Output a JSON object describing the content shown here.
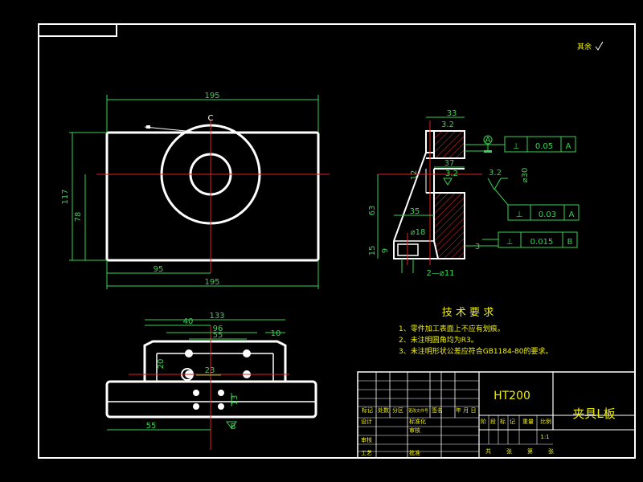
{
  "drawing": {
    "roughness_note": "其余",
    "roughness_symbol_value": "",
    "section_label": "C",
    "front_view": {
      "width_top": "195",
      "width_bottom": "195",
      "offset_95": "95",
      "height_117": "117",
      "height_78": "78"
    },
    "side_view": {
      "d33": "33",
      "d37": "37",
      "d12": "12",
      "d63": "63",
      "d35": "35",
      "phi18": "⌀18",
      "d15": "15",
      "d9": "9",
      "phi11": "2—⌀11",
      "d3": "3",
      "phi30": "⌀30",
      "rough_32_a": "3.2",
      "rough_32_b": "3.2",
      "rough_32_c": "3.2",
      "datum_a_symbol": "A"
    },
    "tolerances": [
      {
        "symbol": "⊥",
        "value": "0.05",
        "datum": "A"
      },
      {
        "symbol": "⊥",
        "value": "0.03",
        "datum": "A"
      },
      {
        "symbol": "⊥",
        "value": "0.015",
        "datum": "B"
      }
    ],
    "top_view": {
      "d133": "133",
      "d40": "40",
      "d96": "96",
      "d55a": "55",
      "d10": "10",
      "d20": "20",
      "d23": "23",
      "d13": "13",
      "d55b": "55",
      "datum_b": "B"
    },
    "tech_req": {
      "title": "技 术 要 求",
      "items": [
        "1、零件加工表面上不应有划痕。",
        "2、未注明圆角均为R3。",
        "3、未注明形状公差应符合GB1184-80的要求。"
      ]
    },
    "title_block": {
      "material": "HT200",
      "part_name": "夹具L板",
      "scale": "1:1",
      "row_labels": [
        "标记",
        "处数",
        "分区",
        "更改文件号",
        "签名",
        "年 月 日"
      ],
      "design": "设计",
      "standard": "标准化",
      "approve_cols": [
        "阶",
        "段",
        "标",
        "记",
        "重量",
        "比例"
      ],
      "review": "审核",
      "process": "工艺",
      "approve": "批准",
      "checker": "审核",
      "sheet_info": [
        "共",
        "张",
        "第",
        "张"
      ]
    }
  }
}
